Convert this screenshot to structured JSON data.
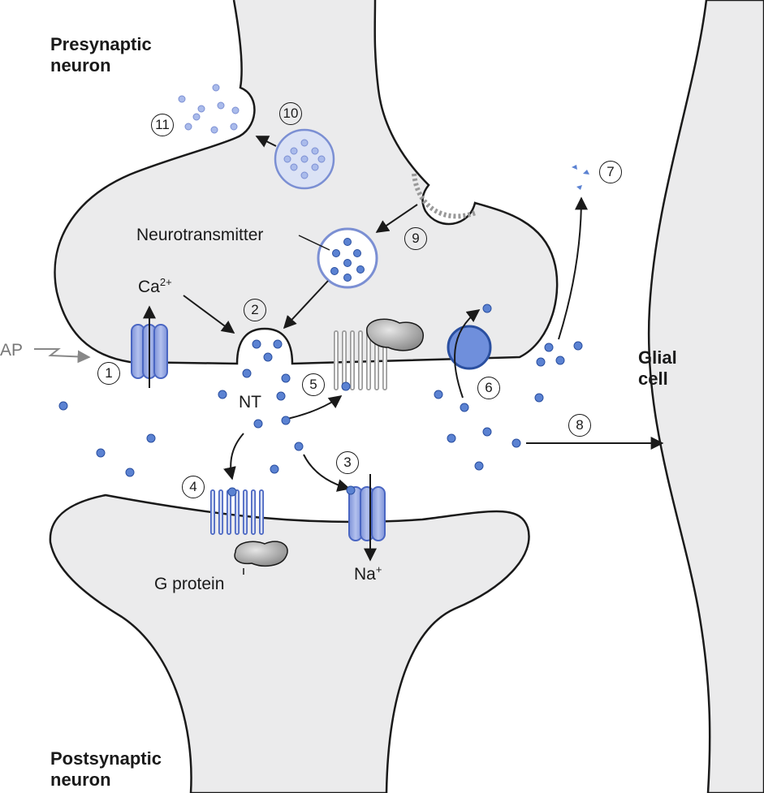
{
  "labels": {
    "presynaptic_line1": "Presynaptic",
    "presynaptic_line2": "neuron",
    "postsynaptic_line1": "Postsynaptic",
    "postsynaptic_line2": "neuron",
    "glial_line1": "Glial",
    "glial_line2": "cell",
    "neurotransmitter": "Neurotransmitter",
    "calcium": "Ca",
    "calcium_charge": "2+",
    "ap": "AP",
    "nt": "NT",
    "g_protein": "G protein",
    "sodium": "Na",
    "sodium_charge": "+"
  },
  "steps": [
    "1",
    "2",
    "3",
    "4",
    "5",
    "6",
    "7",
    "8",
    "9",
    "10",
    "11"
  ],
  "colors": {
    "cell_fill": "#ebebec",
    "cell_stroke": "#1a1a1a",
    "vesicle_fill": "#dbe2f5",
    "vesicle_stroke": "#7b8fd3",
    "dot_fill": "#5b82d2",
    "dot_stroke": "#2a4fa0",
    "channel_fill": "#8fa3e2",
    "channel_stroke": "#4a66c2",
    "receptor_gray": "#9a9a9a",
    "g_protein_fill": "#a9a9a9",
    "ap_arrow": "#888888"
  }
}
